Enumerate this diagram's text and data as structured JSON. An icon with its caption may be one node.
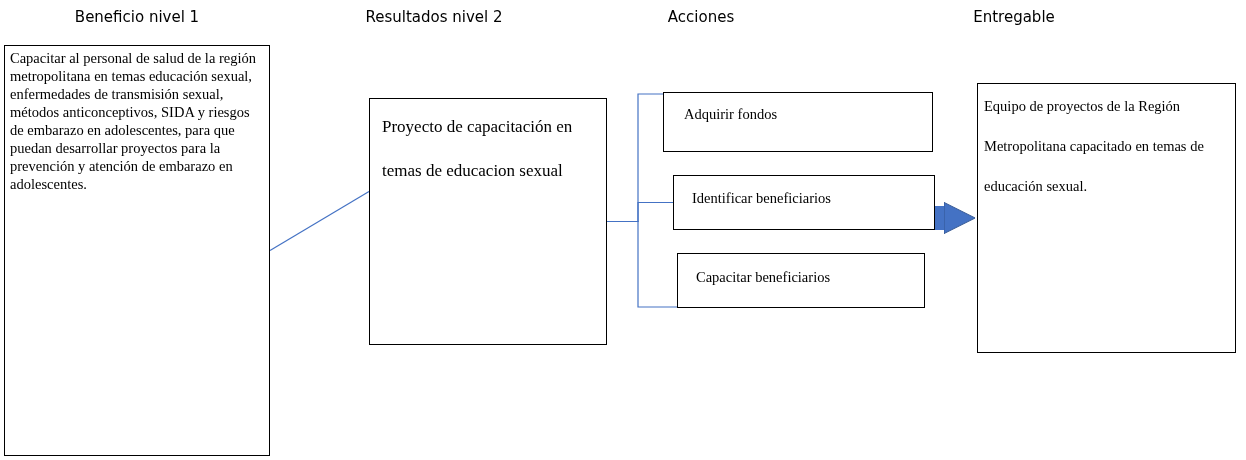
{
  "diagram": {
    "nodes": [
      {
        "text": [
          "Capacitar al personal de salud de la región metropolitana en temas educación sexual, enfermedades de transmisión sexual, métodos anticonceptivos, SIDA y riesgos de embarazo en adolescentes, para que puedan desarrollar proyectos para la prevención y atención de embarazo en adolescentes."
        ]
      },
      {
        "text": [
          "Proyecto de capacitación en temas de educacion sexual"
        ]
      },
      {
        "text": [
          "Adquirir fondos"
        ]
      },
      {
        "text": [
          "Identificar beneficiarios"
        ]
      },
      {
        "text": [
          "Capacitar beneficiarios"
        ]
      },
      {
        "text": [
          "Equipo de proyectos de la Región Metropolitana capacitado en temas de educación sexual."
        ]
      }
    ],
    "edges": [
      {
        "from": 0,
        "to": 1,
        "arrow": "none"
      },
      {
        "from": 1,
        "to": 2,
        "arrow": "none"
      },
      {
        "from": 1,
        "to": 3,
        "arrow": "none"
      },
      {
        "from": 1,
        "to": 4,
        "arrow": "none"
      },
      {
        "from": 3,
        "to": 5,
        "arrow": "to",
        "style": "thick",
        "color": "#4472c4"
      }
    ],
    "labels": [
      "Beneficio nivel 1",
      "Resultados nivel 2",
      "Acciones",
      "Entregable"
    ]
  }
}
